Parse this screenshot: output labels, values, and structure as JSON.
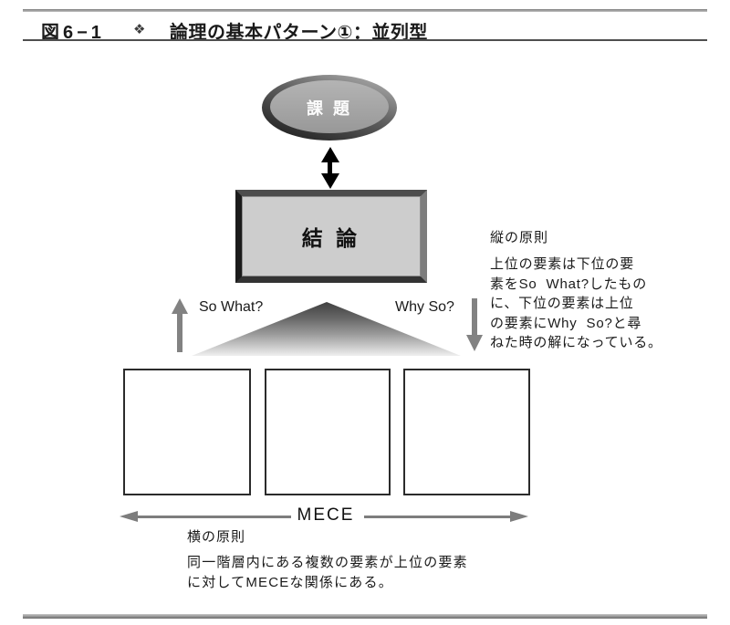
{
  "header": {
    "figure_label": "図6−1",
    "marker_icon": "❖",
    "title": "論理の基本パターン①：並列型"
  },
  "diagram": {
    "topic": {
      "label": "課 題"
    },
    "conclusion": {
      "label": "結 論"
    },
    "so_what_label": "So What?",
    "why_so_label": "Why So?",
    "vertical_principle": {
      "heading": "縦の原則",
      "body": "上位の要素は下位の要\n素をSo  What?したもの\nに、下位の要素は上位\nの要素にWhy  So?と尋\nねた時の解になっている。"
    },
    "mece": {
      "label": "MECE"
    },
    "horizontal_principle": {
      "heading": "横の原則",
      "body": "同一階層内にある複数の要素が上位の要素\nに対してMECEな関係にある。"
    },
    "element_box_count": 3,
    "colors": {
      "ellipse_fill": "#a6a6a6",
      "ellipse_ring_dark": "#1f1f1f",
      "conclusion_fill": "#cdcdcd",
      "conclusion_frame": "#333333",
      "arrow_gray": "#7d7d7d",
      "arrow_black": "#000000",
      "text": "#1a1a1a"
    }
  }
}
